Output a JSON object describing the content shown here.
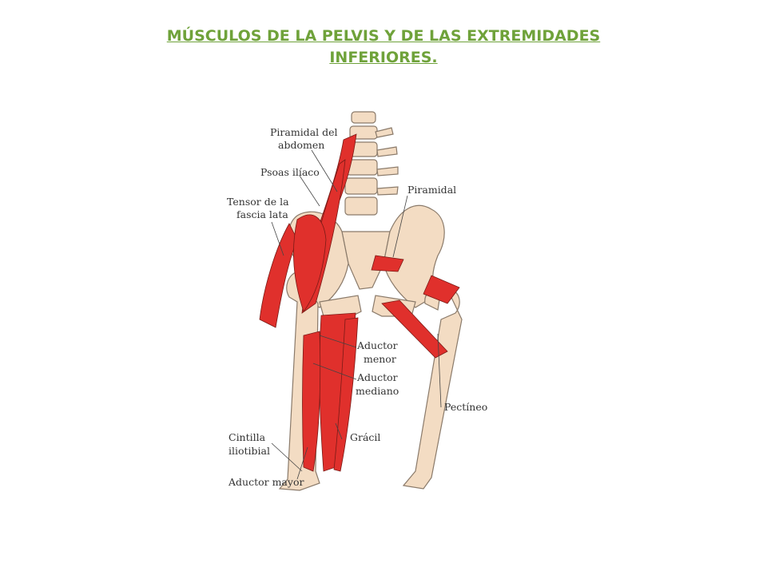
{
  "slide": {
    "title_line1": "MÚSCULOS DE LA PELVIS Y DE LAS EXTREMIDADES",
    "title_line2": "INFERIORES.",
    "title_color": "#6fa23a"
  },
  "diagram": {
    "muscle_color": "#e0302c",
    "bone_color": "#f3dcc3",
    "labels": {
      "piramidal_abdomen_1": "Piramidal del",
      "piramidal_abdomen_2": "abdomen",
      "psoas": "Psoas ilíaco",
      "tensor_1": "Tensor de la",
      "tensor_2": "fascia lata",
      "piramidal": "Piramidal",
      "aductor_menor_1": "Aductor",
      "aductor_menor_2": "menor",
      "aductor_mediano_1": "Aductor",
      "aductor_mediano_2": "mediano",
      "pectineo": "Pectíneo",
      "gracil": "Grácil",
      "cintilla_1": "Cintilla",
      "cintilla_2": "iliotibial",
      "aductor_mayor": "Aductor mayor"
    }
  }
}
